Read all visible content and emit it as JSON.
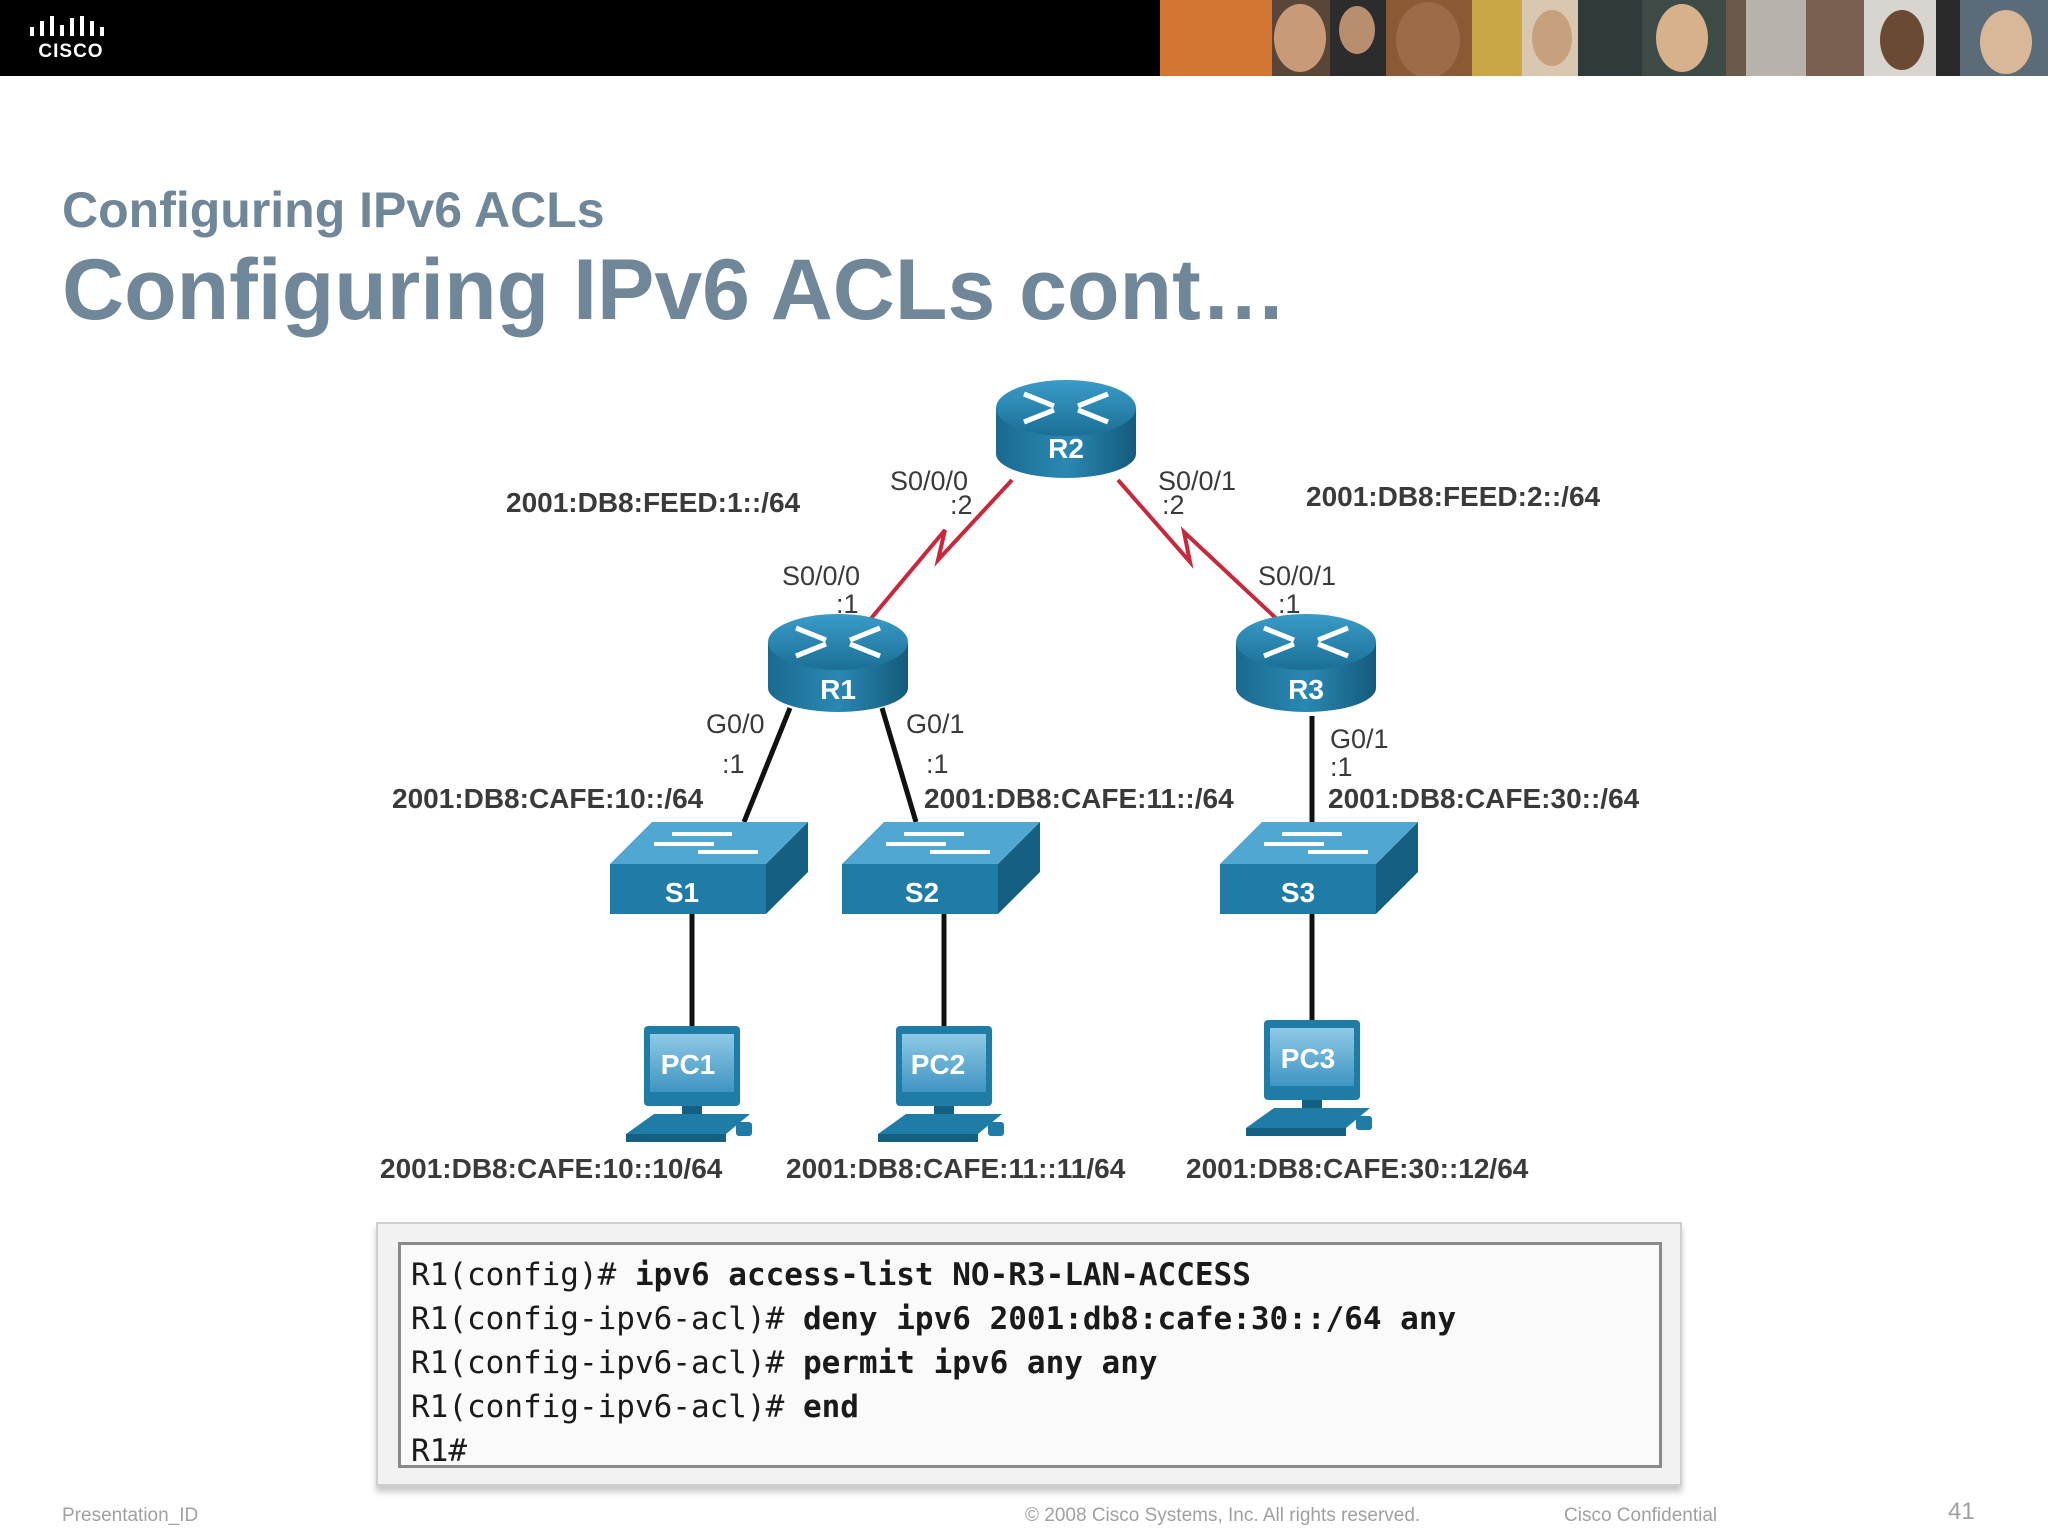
{
  "header": {
    "logo_text": "CISCO"
  },
  "slide": {
    "section_title": "Configuring IPv6 ACLs",
    "title": "Configuring IPv6 ACLs cont…"
  },
  "diagram": {
    "routers": [
      {
        "name": "R2"
      },
      {
        "name": "R1"
      },
      {
        "name": "R3"
      }
    ],
    "switches": [
      {
        "name": "S1"
      },
      {
        "name": "S2"
      },
      {
        "name": "S3"
      }
    ],
    "pcs": [
      {
        "name": "PC1",
        "address": "2001:DB8:CAFE:10::10/64"
      },
      {
        "name": "PC2",
        "address": "2001:DB8:CAFE:11::11/64"
      },
      {
        "name": "PC3",
        "address": "2001:DB8:CAFE:30::12/64"
      }
    ],
    "networks": {
      "feed1": "2001:DB8:FEED:1::/64",
      "feed2": "2001:DB8:FEED:2::/64",
      "cafe10": "2001:DB8:CAFE:10::/64",
      "cafe11": "2001:DB8:CAFE:11::/64",
      "cafe30": "2001:DB8:CAFE:30::/64"
    },
    "interfaces": {
      "r2_s000": {
        "name": "S0/0/0",
        "host": ":2"
      },
      "r2_s001": {
        "name": "S0/0/1",
        "host": ":2"
      },
      "r1_s000": {
        "name": "S0/0/0",
        "host": ":1"
      },
      "r3_s001": {
        "name": "S0/0/1",
        "host": ":1"
      },
      "r1_g00": {
        "name": "G0/0",
        "host": ":1"
      },
      "r1_g01": {
        "name": "G0/1",
        "host": ":1"
      },
      "r3_g01": {
        "name": "G0/1",
        "host": ":1"
      }
    },
    "colors": {
      "device_blue": "#1f7ca6",
      "serial_link": "#c8283c",
      "ethernet_link": "#111111"
    }
  },
  "cli": {
    "lines": [
      {
        "prompt": "R1(config)# ",
        "command": "ipv6 access-list NO-R3-LAN-ACCESS"
      },
      {
        "prompt": "R1(config-ipv6-acl)# ",
        "command": "deny ipv6 2001:db8:cafe:30::/64 any"
      },
      {
        "prompt": "R1(config-ipv6-acl)# ",
        "command": "permit ipv6 any any"
      },
      {
        "prompt": "R1(config-ipv6-acl)# ",
        "command": "end"
      },
      {
        "prompt": "R1#",
        "command": ""
      }
    ]
  },
  "footer": {
    "presentation_id": "Presentation_ID",
    "copyright": "© 2008 Cisco Systems, Inc. All rights reserved.",
    "confidential": "Cisco Confidential",
    "page_number": "41"
  }
}
